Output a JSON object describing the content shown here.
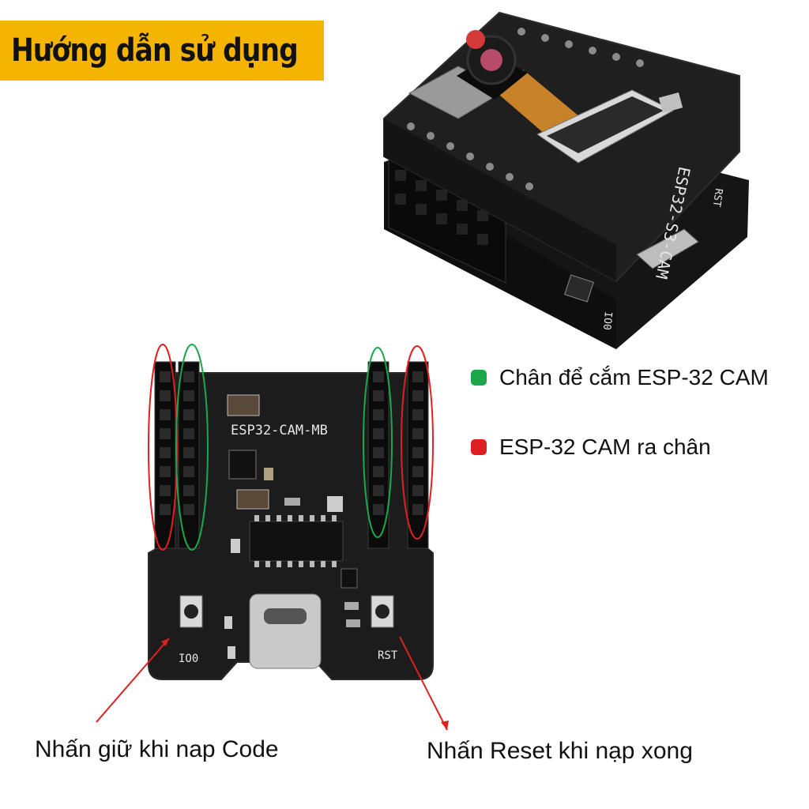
{
  "title": "Hướng dẫn sử dụng",
  "colors": {
    "banner": "#f5b400",
    "green_marker": "#1aa84a",
    "red_marker": "#e02020",
    "pcb": "#1c1c1c",
    "silkscreen": "#e6e6e6"
  },
  "legend": [
    {
      "label": "Chân để cắm ESP-32 CAM",
      "color": "#1aa84a"
    },
    {
      "label": "ESP-32 CAM ra chân",
      "color": "#e02020"
    }
  ],
  "board_labels": {
    "mb_board": "ESP32-CAM-MB",
    "io0": "IO0",
    "rst": "RST",
    "s3_board": "ESP32-S3-CAM",
    "s3_rst": "RST",
    "s3_io0": "IO0"
  },
  "captions": {
    "left": "Nhấn giữ khi nap Code",
    "right": "Nhấn Reset khi nạp xong"
  }
}
